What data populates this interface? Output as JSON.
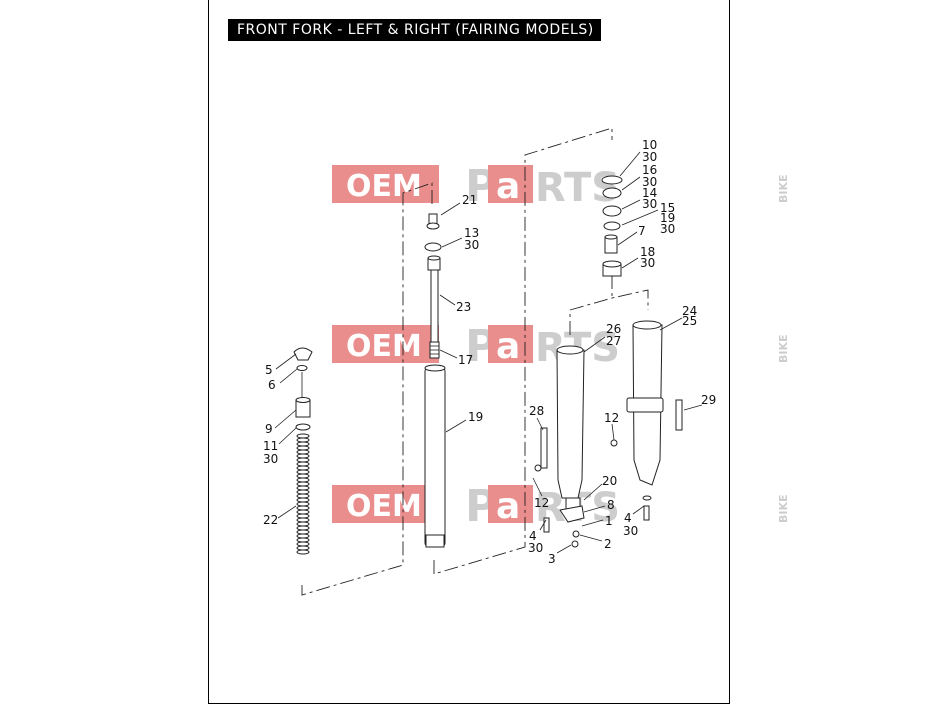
{
  "title": "FRONT FORK - LEFT & RIGHT (FAIRING MODELS)",
  "watermark": {
    "oem": "OEM",
    "bike": "BIKE",
    "p": "P",
    "a": "a",
    "rts": "RTS",
    "color_red": "#e02020",
    "color_grey": "#b8b8b8"
  },
  "callouts": [
    {
      "id": "c10",
      "text": "10"
    },
    {
      "id": "c30a",
      "text": "30"
    },
    {
      "id": "c16",
      "text": "16"
    },
    {
      "id": "c30b",
      "text": "30"
    },
    {
      "id": "c14",
      "text": "14"
    },
    {
      "id": "c30c",
      "text": "30"
    },
    {
      "id": "c15",
      "text": "15"
    },
    {
      "id": "c19a",
      "text": "19"
    },
    {
      "id": "c30d",
      "text": "30"
    },
    {
      "id": "c7",
      "text": "7"
    },
    {
      "id": "c18",
      "text": "18"
    },
    {
      "id": "c30e",
      "text": "30"
    },
    {
      "id": "c21",
      "text": "21"
    },
    {
      "id": "c13",
      "text": "13"
    },
    {
      "id": "c30f",
      "text": "30"
    },
    {
      "id": "c23",
      "text": "23"
    },
    {
      "id": "c17",
      "text": "17"
    },
    {
      "id": "c19b",
      "text": "19"
    },
    {
      "id": "c5",
      "text": "5"
    },
    {
      "id": "c6",
      "text": "6"
    },
    {
      "id": "c9",
      "text": "9"
    },
    {
      "id": "c11",
      "text": "11"
    },
    {
      "id": "c30g",
      "text": "30"
    },
    {
      "id": "c22",
      "text": "22"
    },
    {
      "id": "c24",
      "text": "24"
    },
    {
      "id": "c25",
      "text": "25"
    },
    {
      "id": "c26",
      "text": "26"
    },
    {
      "id": "c27",
      "text": "27"
    },
    {
      "id": "c28",
      "text": "28"
    },
    {
      "id": "c29",
      "text": "29"
    },
    {
      "id": "c12a",
      "text": "12"
    },
    {
      "id": "c12b",
      "text": "12"
    },
    {
      "id": "c20",
      "text": "20"
    },
    {
      "id": "c8",
      "text": "8"
    },
    {
      "id": "c1",
      "text": "1"
    },
    {
      "id": "c2",
      "text": "2"
    },
    {
      "id": "c3",
      "text": "3"
    },
    {
      "id": "c4a",
      "text": "4"
    },
    {
      "id": "c30h",
      "text": "30"
    },
    {
      "id": "c4b",
      "text": "4"
    },
    {
      "id": "c30i",
      "text": "30"
    }
  ]
}
